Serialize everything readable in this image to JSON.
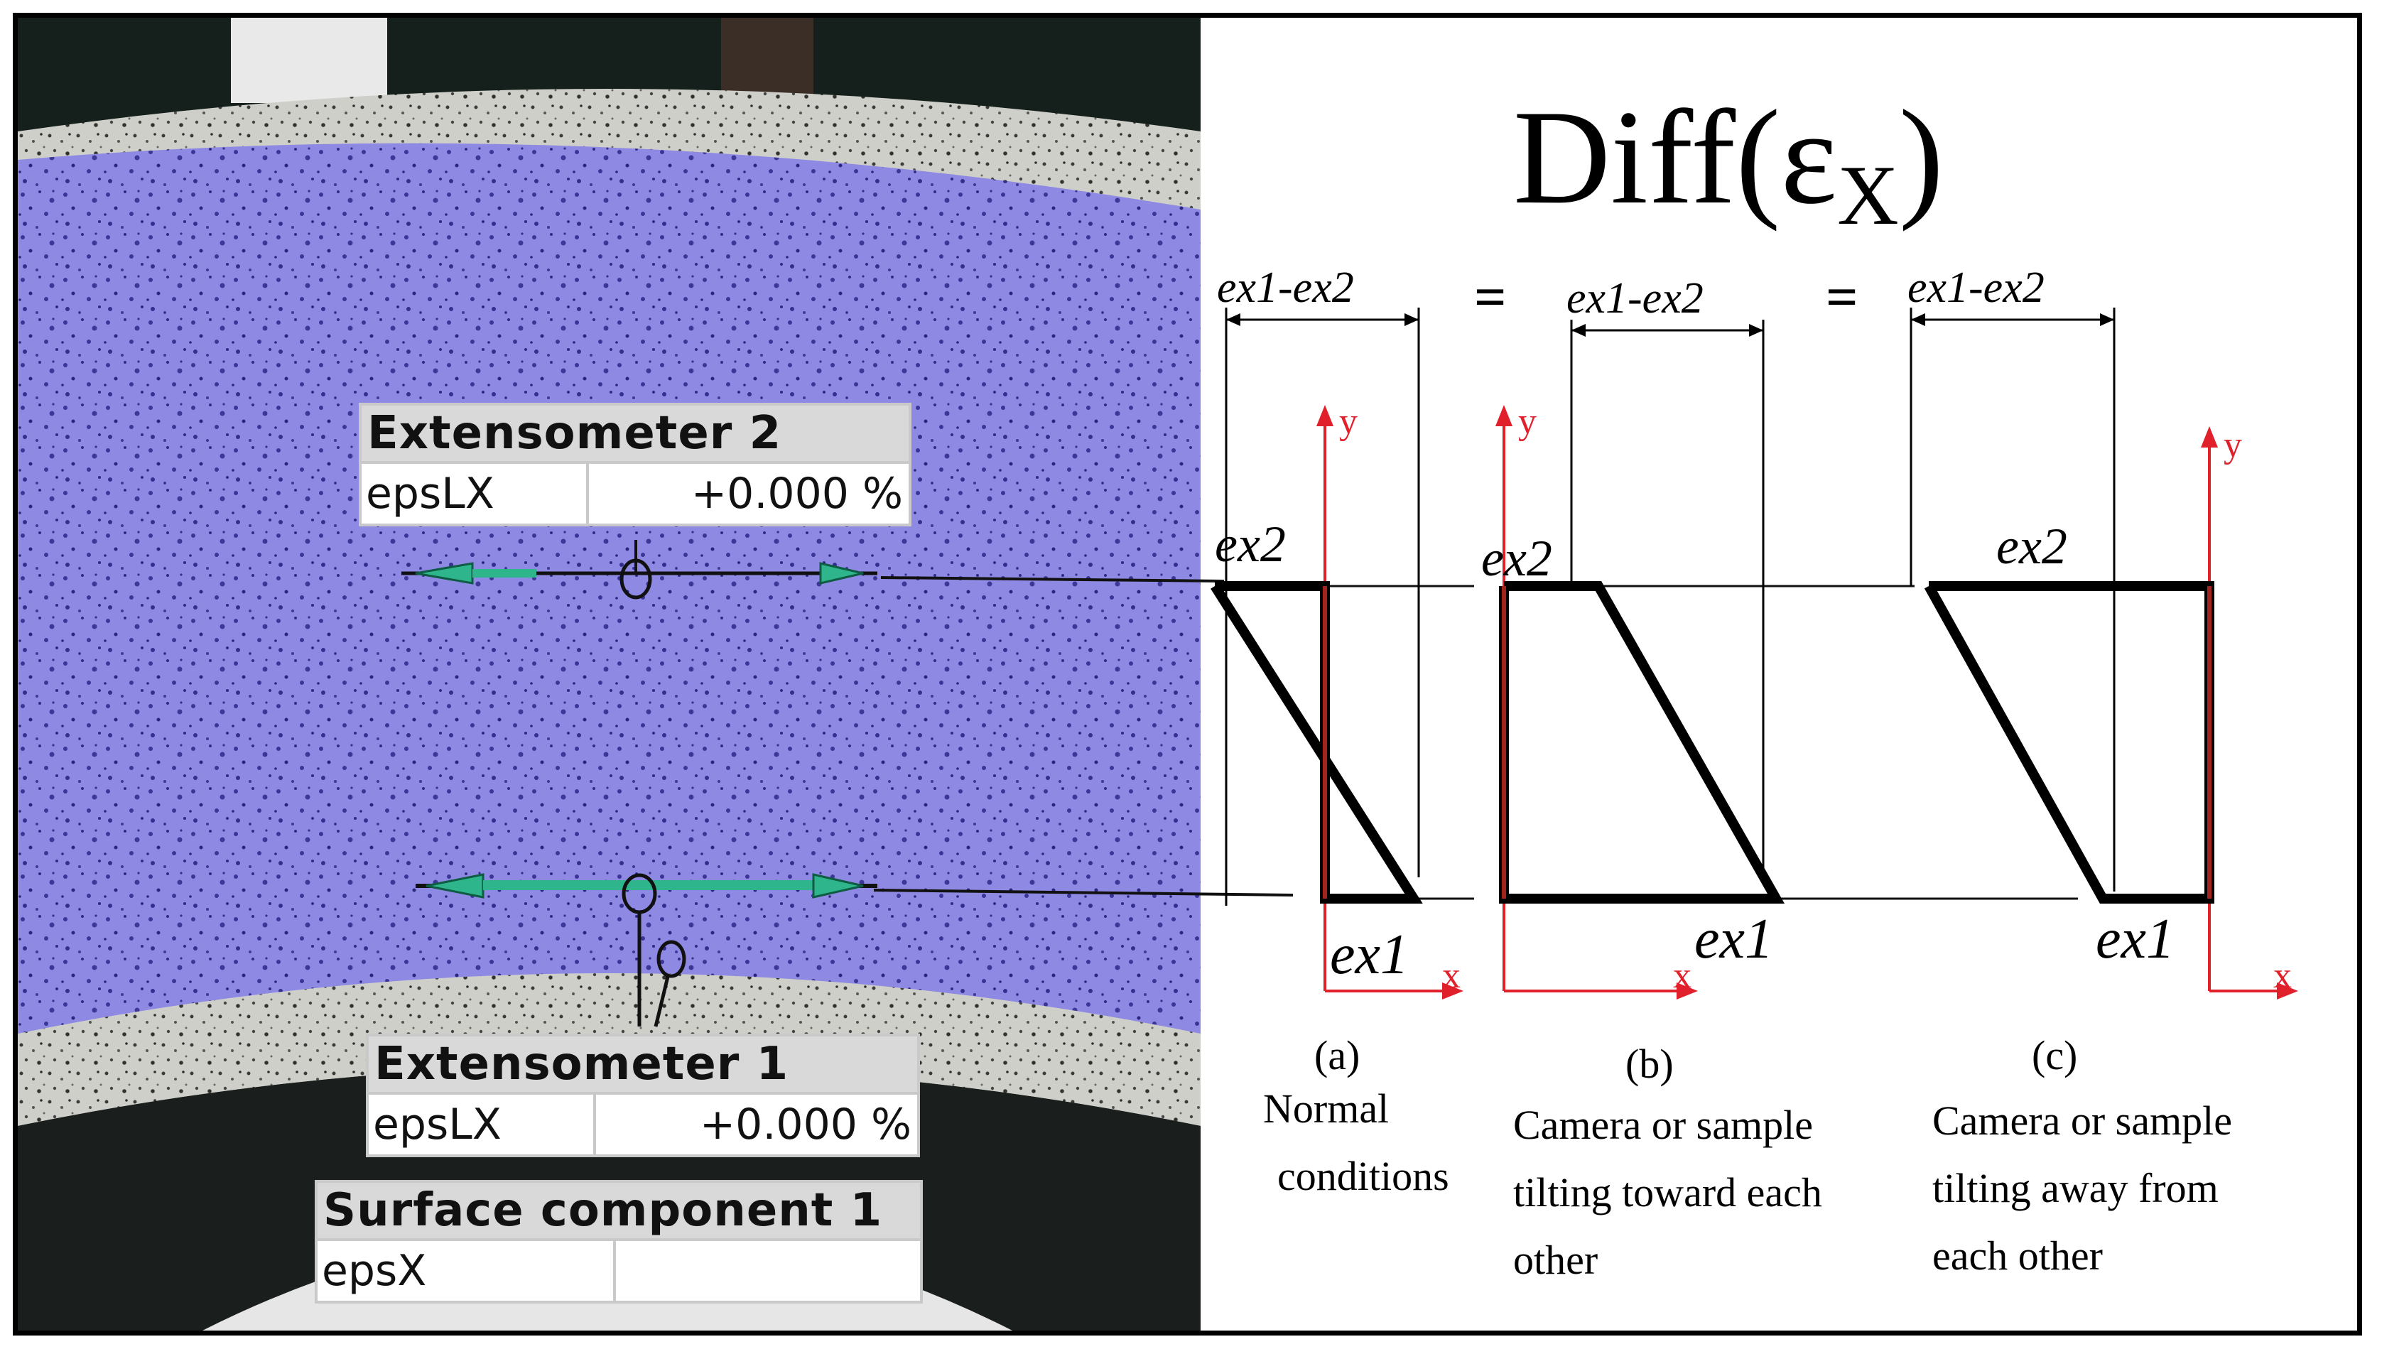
{
  "diagram": {
    "title": "Diff(εX)",
    "width_label": "ex1-ex2",
    "equals_symbol": "=",
    "axis_x": "x",
    "axis_y": "y",
    "point_top": "ex2",
    "point_bottom": "ex1",
    "panels": [
      {
        "letter": "(a)",
        "caption_lines": [
          "Normal",
          "conditions"
        ]
      },
      {
        "letter": "(b)",
        "caption_lines": [
          "Camera or sample",
          "tilting toward each",
          "other"
        ]
      },
      {
        "letter": "(c)",
        "caption_lines": [
          "Camera or sample",
          "tilting away from",
          "each other"
        ]
      }
    ]
  },
  "photo": {
    "extensometer_2": {
      "title": "Extensometer 2",
      "label": "epsLX",
      "value": "+0.000 %"
    },
    "extensometer_1": {
      "title": "Extensometer 1",
      "label": "epsLX",
      "value": "+0.000 %"
    },
    "surface_component": {
      "title": "Surface component 1",
      "label": "epsX",
      "value": ""
    }
  },
  "colors": {
    "specimen": "#8c86e0",
    "grip": "#c8c8c4",
    "axis": "#e0212b",
    "arrow": "#2fb58c"
  }
}
